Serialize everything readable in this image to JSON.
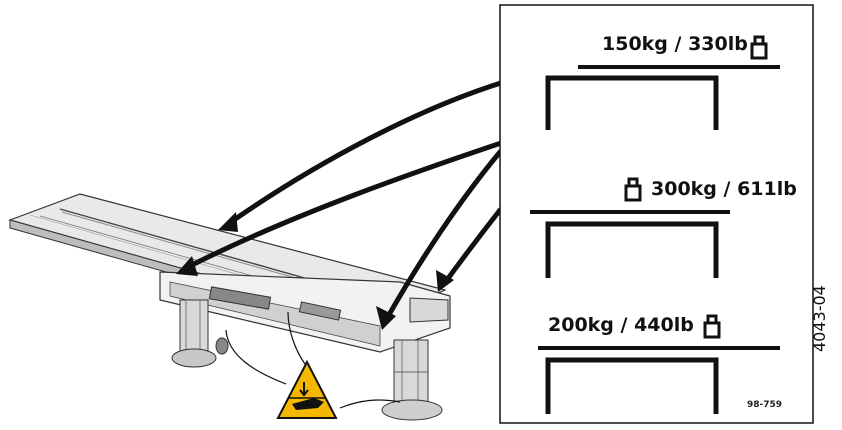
{
  "panel": {
    "config1_label": "150kg / 330lb",
    "config2_label": "300kg / 611lb",
    "config3_label": "200kg / 440lb",
    "drawing_code": "98-759"
  },
  "figure_number": "4043-04",
  "icons": [
    "weight-icon",
    "hand-crush-warning-icon"
  ],
  "colors": {
    "warning": "#f5b800",
    "line": "#111111"
  }
}
